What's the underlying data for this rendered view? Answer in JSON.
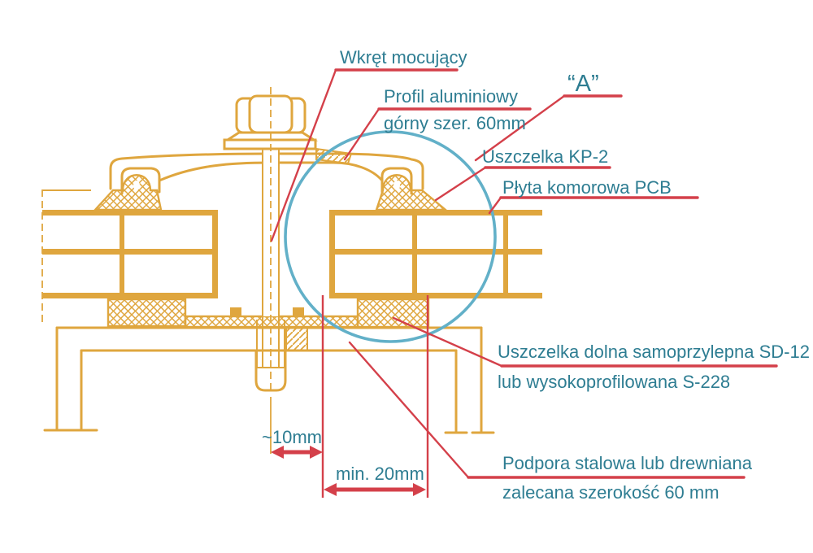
{
  "diagram": {
    "kind": "technical-cross-section",
    "language": "pl",
    "detail_marker": "“A”",
    "labels": {
      "screw": "Wkręt mocujący",
      "profile_line1": "Profil aluminiowy",
      "profile_line2": "górny szer. 60mm",
      "gasket_top": "Uszczelka KP-2",
      "panel": "Płyta komorowa PCB",
      "gasket_bottom_line1": "Uszczelka dolna samoprzylepna SD-12",
      "gasket_bottom_line2": "lub wysokoprofilowana S-228",
      "support_line1": "Podpora stalowa lub drewniana",
      "support_line2": "zalecana szerokość 60 mm"
    },
    "dimensions": {
      "bolt_offset": "~10mm",
      "bearing_width": "min. 20mm"
    },
    "colors": {
      "drawing_orange": "#dfa63e",
      "annotation_red": "#d4404a",
      "label_teal": "#2e7d92",
      "detail_circle_blue": "#62b0c8",
      "background": "#ffffff"
    }
  }
}
